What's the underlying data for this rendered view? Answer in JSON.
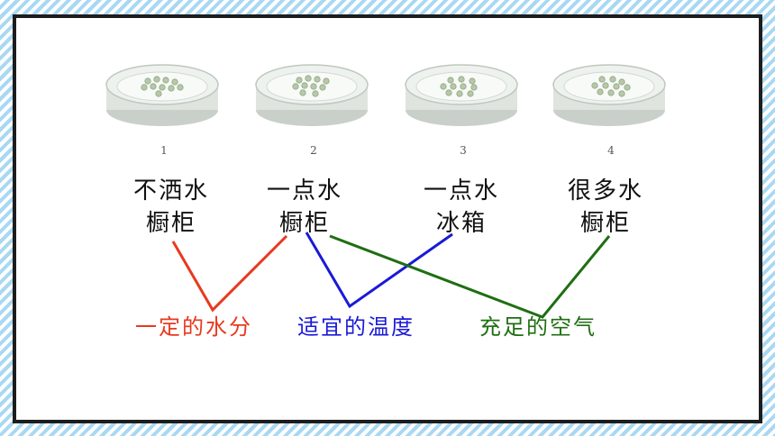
{
  "dishes": [
    {
      "number": "1",
      "condition_line1": "不洒水",
      "condition_line2": "橱柜"
    },
    {
      "number": "2",
      "condition_line1": "一点水",
      "condition_line2": "橱柜"
    },
    {
      "number": "3",
      "condition_line1": "一点水",
      "condition_line2": "冰箱"
    },
    {
      "number": "4",
      "condition_line1": "很多水",
      "condition_line2": "橱柜"
    }
  ],
  "factors": {
    "water": {
      "label": "一定的水分",
      "color": "#e8391e"
    },
    "temperature": {
      "label": "适宜的温度",
      "color": "#1a1ad6"
    },
    "air": {
      "label": "充足的空气",
      "color": "#1f6e12"
    }
  },
  "colors": {
    "background_stripe": "#a9d8f3",
    "panel_border": "#1d1d1d"
  }
}
